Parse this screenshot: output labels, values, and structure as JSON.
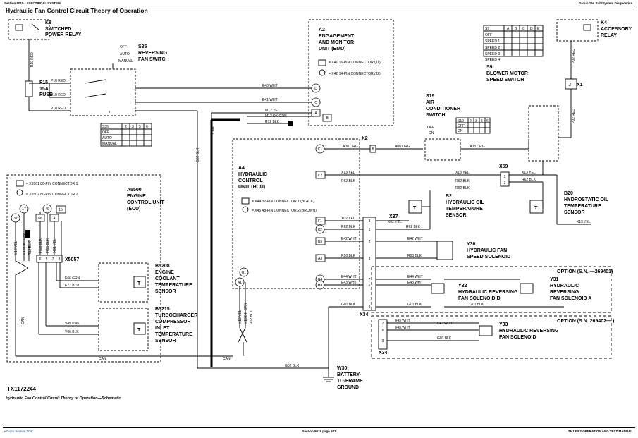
{
  "header": {
    "left": "Section 9015 • ELECTRICAL SYSTEM",
    "right": "Group 15c Sub/System Diagnostics"
  },
  "title": "Hydraulic Fan Control Circuit Theory of Operation",
  "figure_id": "TX1172244",
  "caption": "Hydraulic Fan Control Circuit Theory of Operation—Schematic",
  "footer": {
    "left": "••Go to Section TOC",
    "center": "Section 9015 page 207",
    "right": "TM13863-OPERATION AND TEST MANUAL"
  },
  "components": {
    "k8": {
      "id": "K8",
      "l1": "SWITCHED",
      "l2": "POWER RELAY"
    },
    "f15": {
      "id": "F15",
      "l1": "15A",
      "l2": "FUSE"
    },
    "s35": {
      "id": "S35",
      "l1": "REVERSING",
      "l2": "FAN SWITCH",
      "off": "OFF",
      "auto": "AUTO",
      "manual": "MANUAL"
    },
    "a2": {
      "id": "A2",
      "l1": "ENGAGEMENT",
      "l2": "AND MONITOR",
      "l3": "UNIT (EMU)",
      "c1": "= X41 16-PIN CONNECTOR (J1)",
      "c2": "= X42 14-PIN CONNECTOR (J2)"
    },
    "a4": {
      "id": "A4",
      "l1": "HYDRAULIC",
      "l2": "CONTROL",
      "l3": "UNIT (HCU)",
      "c1": "= X44 32-PIN CONNECTOR 1 (BLACK)",
      "c2": "= X45 48-PIN CONNECTOR 2 (BROWN)"
    },
    "a5500": {
      "id": "A5500",
      "l1": "ENGINE",
      "l2": "CONTROL UNIT",
      "l3": "(ECU)",
      "c1": "= X5501 80-PIN CONNECTOR 1",
      "c2": "= X5502 80-PIN CONNECTOR 2"
    },
    "k4": {
      "id": "K4",
      "l1": "ACCESSORY",
      "l2": "RELAY"
    },
    "s9": {
      "id": "S9",
      "l1": "BLOWER MOTOR",
      "l2": "SPEED SWITCH"
    },
    "s19": {
      "id": "S19",
      "l1": "AIR",
      "l2": "CONDITIONER",
      "l3": "SWITCH",
      "off": "OFF",
      "on": "ON"
    },
    "b2": {
      "id": "B2",
      "l1": "HYDRAULIC OIL",
      "l2": "TEMPERATURE",
      "l3": "SENSOR"
    },
    "b20": {
      "id": "B20",
      "l1": "HYDROSTATIC OIL",
      "l2": "TEMPERATURE",
      "l3": "SENSOR"
    },
    "b5208": {
      "id": "B5208",
      "l1": "ENGINE",
      "l2": "COOLANT",
      "l3": "TEMPERATURE",
      "l4": "SENSOR"
    },
    "b5215": {
      "id": "B5215",
      "l1": "TURBOCHARGER",
      "l2": "COMPRESSOR",
      "l3": "INLET",
      "l4": "TEMPERATURE",
      "l5": "SENSOR"
    },
    "y30": {
      "id": "Y30",
      "l1": "HYDRAULIC FAN",
      "l2": "SPEED SOLENOID"
    },
    "y31": {
      "id": "Y31",
      "l1": "HYDRAULIC",
      "l2": "REVERSING",
      "l3": "FAN SOLENOID A"
    },
    "y32": {
      "id": "Y32",
      "l1": "HYDRAULIC REVERSING",
      "l2": "FAN SOLENOID B"
    },
    "y33": {
      "id": "Y33",
      "l1": "HYDRAULIC REVERSING",
      "l2": "FAN SOLENOID"
    },
    "w30": {
      "id": "W30",
      "l1": "BATTERY-",
      "l2": "TO-FRAME",
      "l3": "GROUND"
    }
  },
  "options": {
    "opt1": "OPTION (S.N. —269401)",
    "opt2": "OPTION (S.N. 269402— )"
  },
  "connectors": {
    "x1": "X1",
    "x2": "X2",
    "x34": "X34",
    "x37": "X37",
    "x59": "X59",
    "x5057": "X5057",
    "can": "CAN",
    "t": "T"
  },
  "wires": {
    "b10": "B10 RED",
    "p10": "P10 RED",
    "e40": "E40 WHT",
    "e41": "E41 WHT",
    "m12y": "M12 YEL",
    "m13": "M13 DK GRN",
    "r12": "R12 BLK",
    "g02": "G02 BLK",
    "a08": "A08 ORG",
    "x13": "X13 YEL",
    "r62": "R62 BLK",
    "x02": "X02 YEL",
    "e42": "E42 WHT",
    "r50": "R50 BLK",
    "e44": "E44 WHT",
    "e43": "E43 WHT",
    "g01": "G01 BLK",
    "p02": "P02 RED",
    "e66": "E66 GRN",
    "e77": "E77 BLU",
    "v49": "V49 PNK",
    "v66": "V66 BLK",
    "m12v": "M12 YEL",
    "m13v": "M13 DK GRN",
    "r12v": "R12 BLK",
    "r58": "R58 BLK",
    "r55": "R55 BLK",
    "x01": "X01 YEL"
  },
  "pins": {
    "d": "D",
    "c": "C",
    "a": "A",
    "b": "B",
    "c1": "C1",
    "c2": "C2",
    "f1": "F1",
    "k2": "K2",
    "b3": "B3",
    "a3": "A3",
    "g4": "G4",
    "h4": "H4",
    "b1": "B1",
    "a1": "A1",
    "p37": "37",
    "p17": "17",
    "p49": "49",
    "p15": "15",
    "p66": "66",
    "p4": "4",
    "p8": "8",
    "p1": "1",
    "p2": "2",
    "p3": "3",
    "p5": "5",
    "p6": "6",
    "p7": "7",
    "p9": "9"
  },
  "tables": {
    "s35": {
      "h": [
        "S35",
        "2",
        "3",
        "5",
        "6"
      ],
      "rows": [
        "OFF",
        "AUTO",
        "MANUAL"
      ]
    },
    "s9": {
      "h": [
        "S9",
        "A",
        "B",
        "C",
        "D",
        "E"
      ],
      "rows": [
        "OFF",
        "SPEED 1",
        "SPEED 2",
        "SPEED 3",
        "SPEED 4"
      ]
    },
    "s19": {
      "h": [
        "S19",
        "2",
        "3",
        "5",
        "6"
      ],
      "rows": [
        "OFF",
        "ON"
      ]
    }
  }
}
